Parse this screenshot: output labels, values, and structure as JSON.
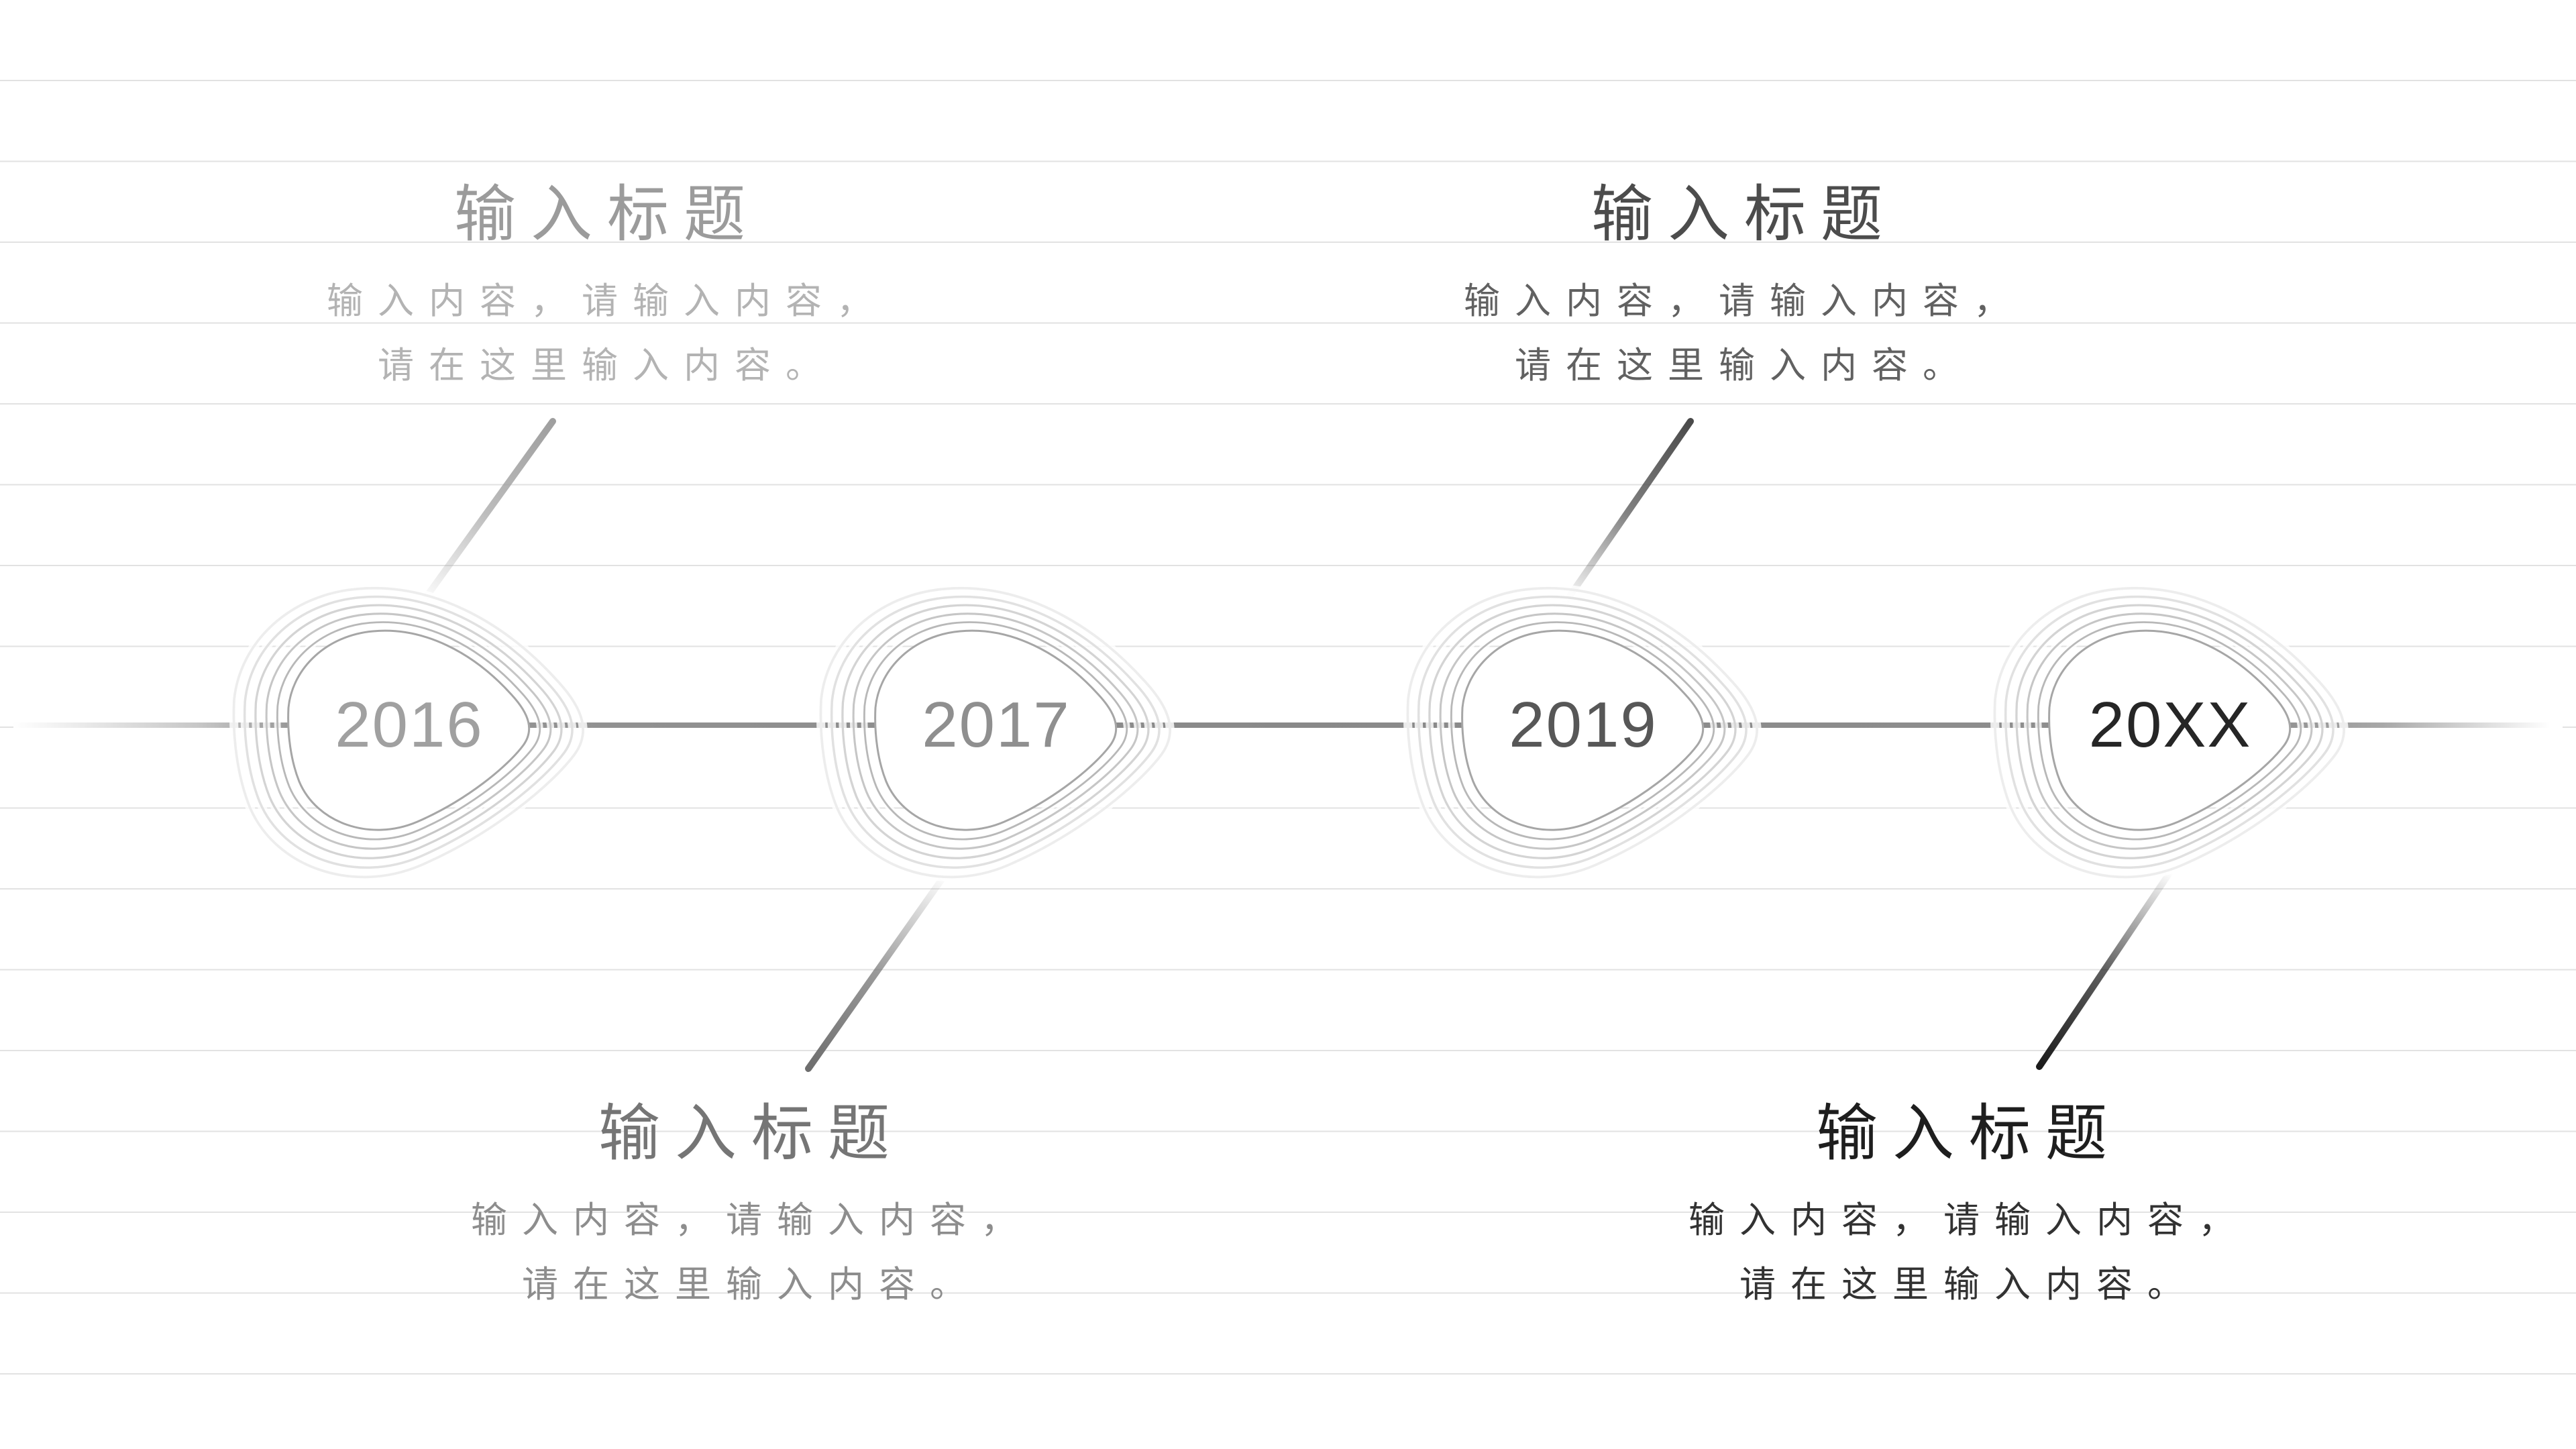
{
  "canvas": {
    "background": "#ffffff",
    "gridline_color": "#e2e2e2",
    "timeline_line_color": "#8a8a8a"
  },
  "timeline": {
    "items": [
      {
        "year": "2016",
        "label_position": "above",
        "title": "输入标题",
        "body_line1": "输入内容，请输入内容，",
        "body_line2": "请在这里输入内容。",
        "year_color": "#a0a0a0",
        "title_color": "#9b9b9b",
        "body_color": "#b3b3b3",
        "connector_color": "#9f9f9f"
      },
      {
        "year": "2017",
        "label_position": "below",
        "title": "输入标题",
        "body_line1": "输入内容，请输入内容，",
        "body_line2": "请在这里输入内容。",
        "year_color": "#8f8f8f",
        "title_color": "#757575",
        "body_color": "#8d8d8d",
        "connector_color": "#6e6e6e"
      },
      {
        "year": "2019",
        "label_position": "above",
        "title": "输入标题",
        "body_line1": "输入内容，请输入内容，",
        "body_line2": "请在这里输入内容。",
        "year_color": "#575757",
        "title_color": "#4c4c4c",
        "body_color": "#616161",
        "connector_color": "#4a4a4a"
      },
      {
        "year": "20XX",
        "label_position": "below",
        "title": "输入标题",
        "body_line1": "输入内容，请输入内容，",
        "body_line2": "请在这里输入内容。",
        "year_color": "#262626",
        "title_color": "#1e1e1e",
        "body_color": "#323232",
        "connector_color": "#1b1b1b"
      }
    ]
  }
}
